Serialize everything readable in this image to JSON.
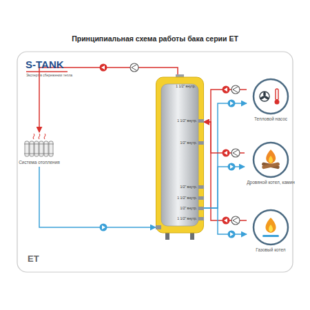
{
  "diagram": {
    "title": "Принципиальная схема работы бака серии ET",
    "nodes": [
      {
        "text": [
          "1 1/2\" внутр.",
          "1 1/2\" внутр.",
          "1/2\" внутр.",
          "1/2\" внутр.",
          "1 1/2\" внутр.",
          "1/2\" внутр.",
          "1 1/2\" внутр."
        ]
      },
      {
        "text": [
          "Тепловой насос"
        ]
      },
      {
        "text": [
          "Система отопления"
        ]
      },
      {
        "text": [
          "Дровяной котел, камин"
        ]
      },
      {
        "text": [
          "Газовый котел"
        ]
      }
    ],
    "edges": [
      {
        "from": 0,
        "to": 2,
        "arrow": "to"
      },
      {
        "from": 2,
        "to": 0,
        "arrow": "to"
      },
      {
        "from": 1,
        "to": 0,
        "arrow": "to"
      },
      {
        "from": 0,
        "to": 1,
        "arrow": "to"
      },
      {
        "from": 3,
        "to": 0,
        "arrow": "to"
      },
      {
        "from": 0,
        "to": 3,
        "arrow": "to"
      },
      {
        "from": 4,
        "to": 0,
        "arrow": "to"
      },
      {
        "from": 0,
        "to": 4,
        "arrow": "to"
      }
    ],
    "labels": [
      "S-TANK",
      "Эксперт в сбережении тепла",
      "ET"
    ]
  }
}
